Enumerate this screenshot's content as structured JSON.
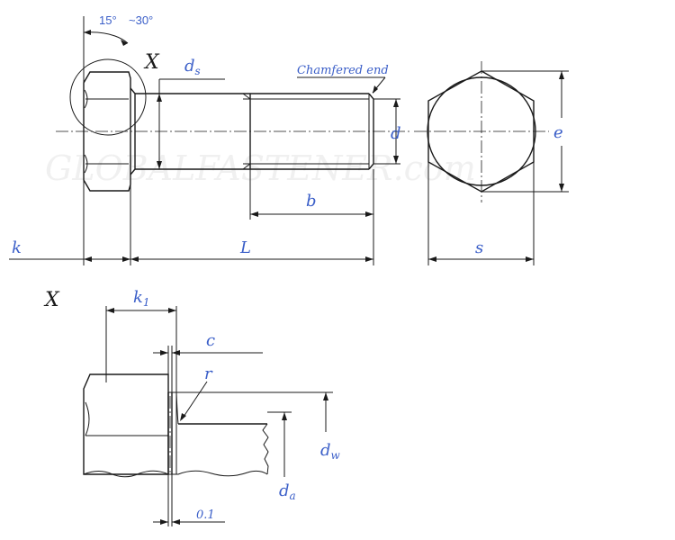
{
  "watermark": "GLOBALFASTENER.com",
  "angle_labels": {
    "left": "15°",
    "right": "~30°"
  },
  "view_marker": "X",
  "detail_marker": "X",
  "dimensions": {
    "ds": {
      "main": "d",
      "sub": "s"
    },
    "d": "d",
    "b": "b",
    "k": "k",
    "L": "L",
    "e": "e",
    "s": "s",
    "k1": {
      "main": "k",
      "sub": "1"
    },
    "c": "c",
    "r": "r",
    "dw": {
      "main": "d",
      "sub": "w"
    },
    "da": {
      "main": "d",
      "sub": "a"
    },
    "tol": "0.1"
  },
  "notes": {
    "chamfered_end": "Chamfered end"
  }
}
